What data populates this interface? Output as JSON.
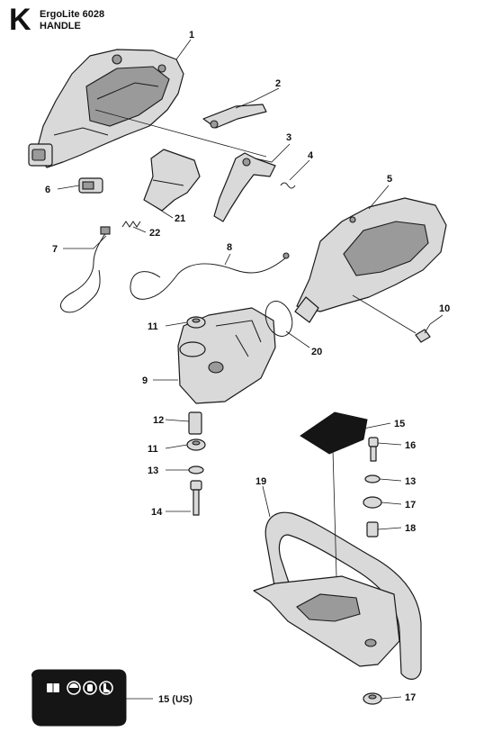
{
  "header": {
    "section_letter": "K",
    "model": "ErgoLite 6028",
    "title": "HANDLE"
  },
  "callouts": {
    "c1": "1",
    "c2": "2",
    "c3": "3",
    "c4": "4",
    "c5": "5",
    "c6": "6",
    "c7": "7",
    "c8": "8",
    "c9": "9",
    "c10": "10",
    "c11a": "11",
    "c11b": "11",
    "c12": "12",
    "c13a": "13",
    "c13b": "13",
    "c14": "14",
    "c15": "15",
    "c15us": "15 (US)",
    "c16": "16",
    "c17a": "17",
    "c17b": "17",
    "c18": "18",
    "c19": "19",
    "c20": "20",
    "c21": "21",
    "c22": "22"
  },
  "icons": [
    "manual-icon",
    "helmet-icon",
    "gloves-icon",
    "boots-icon"
  ]
}
